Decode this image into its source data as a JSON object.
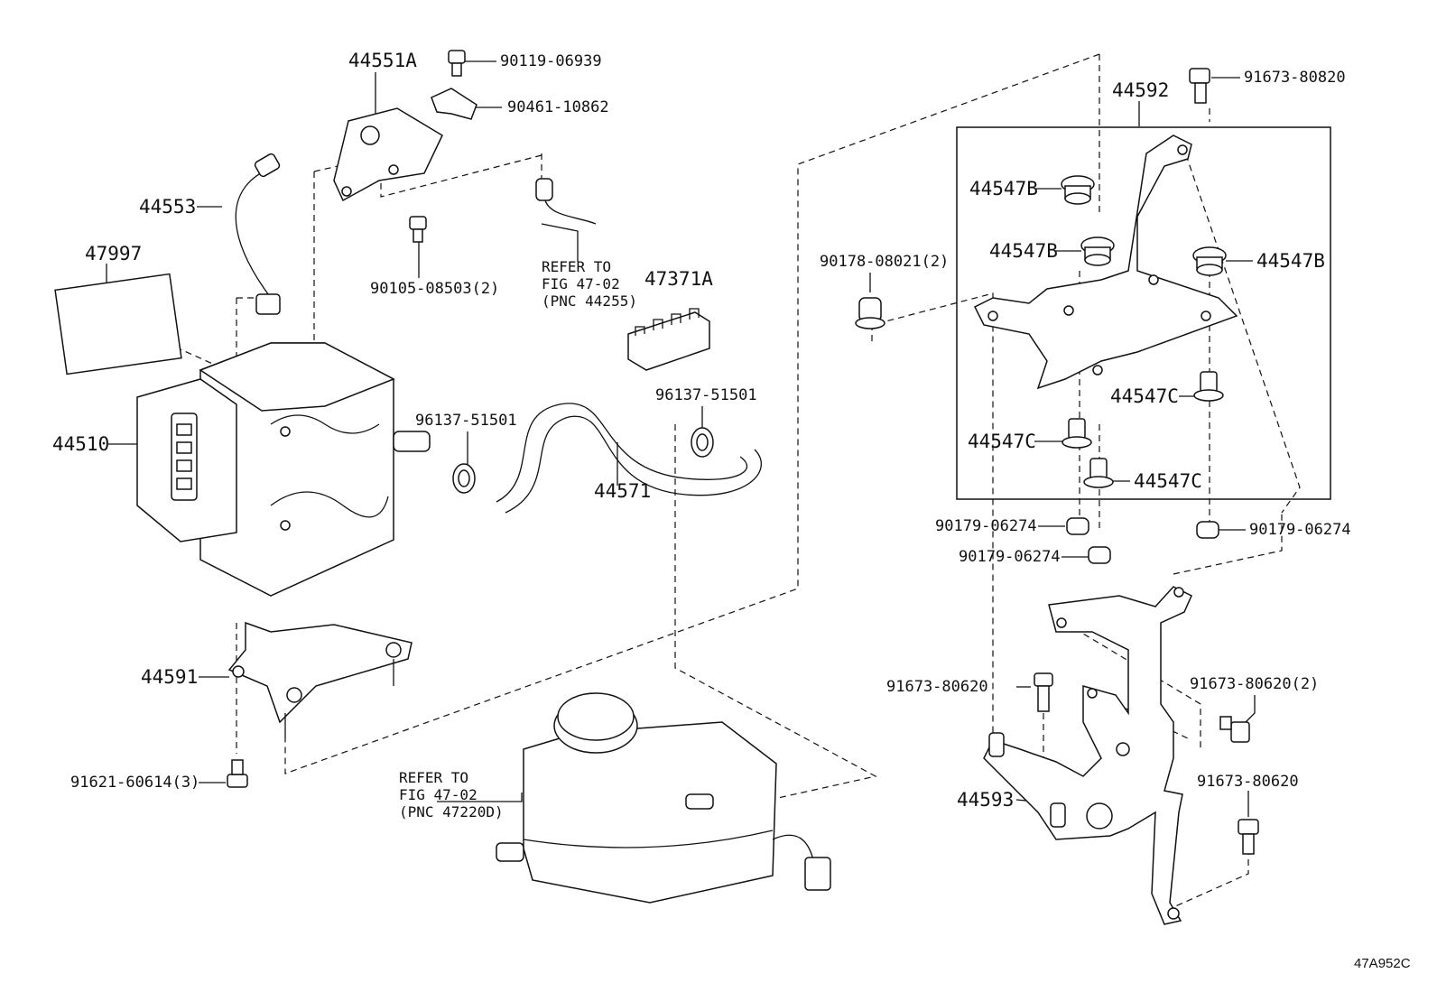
{
  "labels": {
    "p44551A": "44551A",
    "p90119": "90119-06939",
    "p90461": "90461-10862",
    "p44553": "44553",
    "p47997": "47997",
    "p90105": "90105-08503(2)",
    "refer1": "REFER TO\nFIG 47-02\n(PNC 44255)",
    "p47371A": "47371A",
    "p44510": "44510",
    "p96137a": "96137-51501",
    "p96137b": "96137-51501",
    "p44571": "44571",
    "p44591": "44591",
    "p91621": "91621-60614(3)",
    "refer2": "REFER TO\nFIG 47-02\n(PNC 47220D)",
    "p44592": "44592",
    "p91673a": "91673-80820",
    "p44547B1": "44547B",
    "p44547B2": "44547B",
    "p44547B3": "44547B",
    "p90178": "90178-08021(2)",
    "p44547C1": "44547C",
    "p44547C2": "44547C",
    "p44547C3": "44547C",
    "p90179a": "90179-06274",
    "p90179b": "90179-06274",
    "p90179c": "90179-06274",
    "p91673b": "91673-80620",
    "p91673c": "91673-80620(2)",
    "p91673d": "91673-80620",
    "p44593": "44593",
    "code": "47A952C"
  }
}
